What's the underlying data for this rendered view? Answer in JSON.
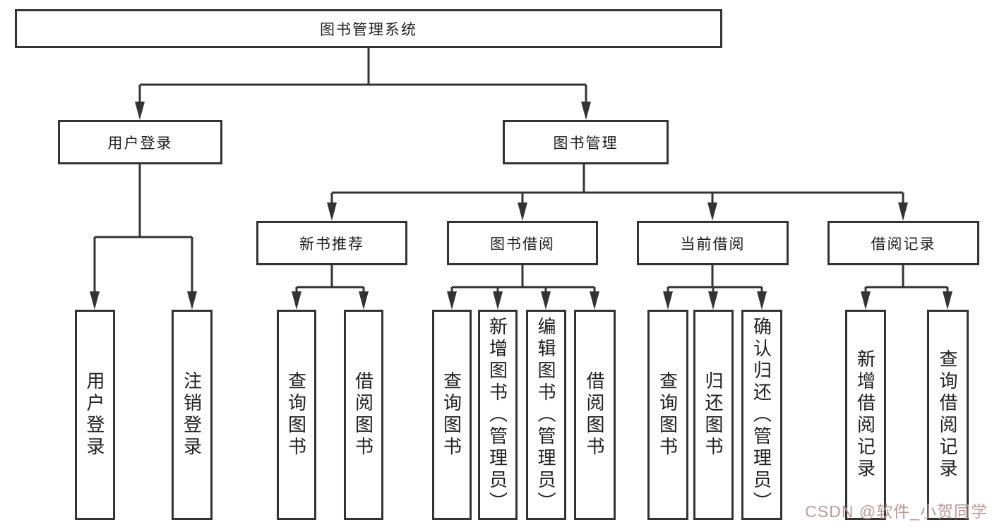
{
  "diagram": {
    "title": "图书管理系统",
    "type": "hierarchy"
  },
  "tree": {
    "root": {
      "label": "图书管理系统",
      "children": [
        {
          "label": "用户登录",
          "children": [
            {
              "label": "用户登录"
            },
            {
              "label": "注销登录"
            }
          ]
        },
        {
          "label": "图书管理",
          "children": [
            {
              "label": "新书推荐",
              "children": [
                {
                  "label": "查询图书"
                },
                {
                  "label": "借阅图书"
                }
              ]
            },
            {
              "label": "图书借阅",
              "children": [
                {
                  "label": "查询图书"
                },
                {
                  "label": "新增图书（管理员）"
                },
                {
                  "label": "编辑图书（管理员）"
                },
                {
                  "label": "借阅图书"
                }
              ]
            },
            {
              "label": "当前借阅",
              "children": [
                {
                  "label": "查询图书"
                },
                {
                  "label": "归还图书"
                },
                {
                  "label": "确认归还（管理员）"
                }
              ]
            },
            {
              "label": "借阅记录",
              "children": [
                {
                  "label": "新增借阅记录"
                },
                {
                  "label": "查询借阅记录"
                }
              ]
            }
          ]
        }
      ]
    }
  },
  "watermark": {
    "text": "CSDN @软件_小贺同学",
    "color": "#bb9999"
  },
  "colors": {
    "line": "#333333",
    "border": "#333333",
    "text": "#1f1f1f",
    "background": "#ffffff"
  }
}
